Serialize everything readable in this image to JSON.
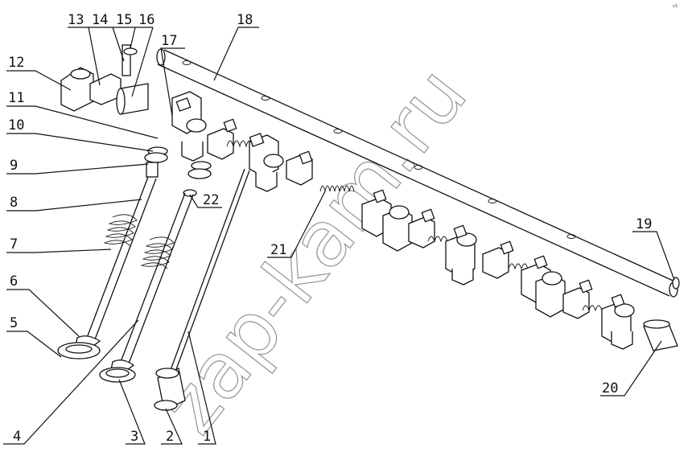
{
  "watermark": "zap-kam.ru",
  "corner_mark": "v1",
  "callouts": [
    {
      "id": "1",
      "text": "1"
    },
    {
      "id": "2",
      "text": "2"
    },
    {
      "id": "3",
      "text": "3"
    },
    {
      "id": "4",
      "text": "4"
    },
    {
      "id": "5",
      "text": "5"
    },
    {
      "id": "6",
      "text": "6"
    },
    {
      "id": "7",
      "text": "7"
    },
    {
      "id": "8",
      "text": "8"
    },
    {
      "id": "9",
      "text": "9"
    },
    {
      "id": "10",
      "text": "10"
    },
    {
      "id": "11",
      "text": "11"
    },
    {
      "id": "12",
      "text": "12"
    },
    {
      "id": "13",
      "text": "13"
    },
    {
      "id": "14",
      "text": "14"
    },
    {
      "id": "15",
      "text": "15"
    },
    {
      "id": "16",
      "text": "16"
    },
    {
      "id": "17",
      "text": "17"
    },
    {
      "id": "18",
      "text": "18"
    },
    {
      "id": "19",
      "text": "19"
    },
    {
      "id": "20",
      "text": "20"
    },
    {
      "id": "21",
      "text": "21"
    },
    {
      "id": "22",
      "text": "22"
    }
  ]
}
